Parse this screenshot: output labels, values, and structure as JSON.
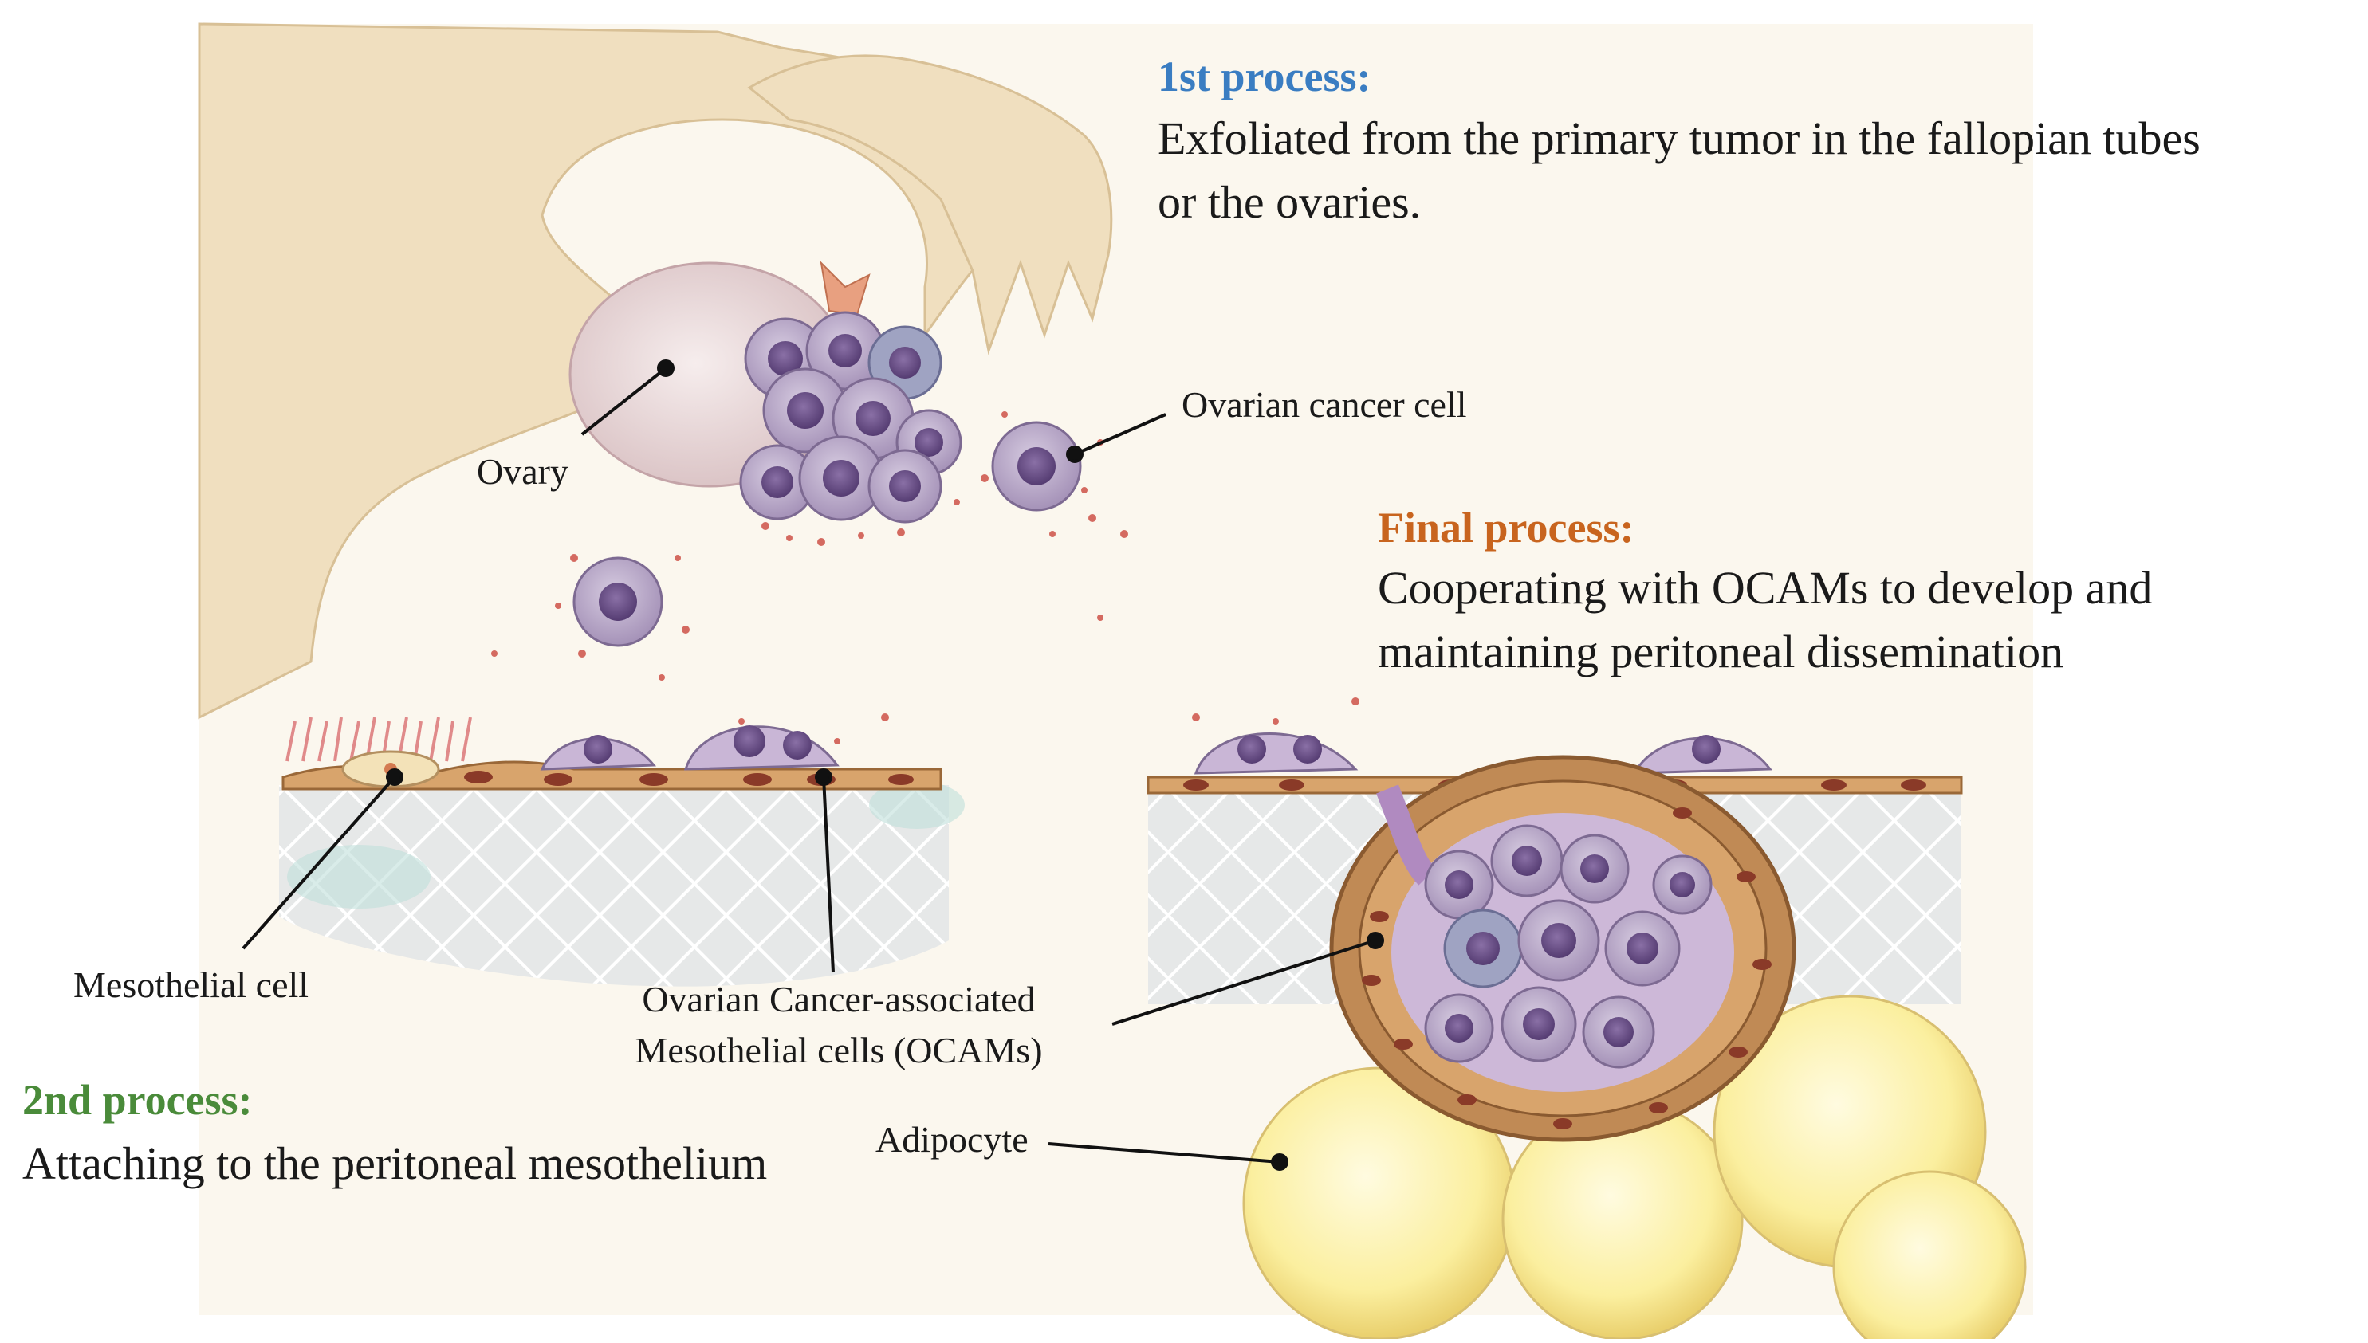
{
  "processes": {
    "first": {
      "title": "1st process:",
      "body": [
        "Exfoliated from the primary tumor in the fallopian tubes",
        "or the ovaries."
      ],
      "title_color": "#3a7dc2"
    },
    "second": {
      "title": "2nd process:",
      "body": "Attaching to the peritoneal mesothelium",
      "title_color": "#4a8b3a"
    },
    "final": {
      "title": "Final process:",
      "body": [
        "Cooperating with OCAMs to develop and",
        "maintaining peritoneal dissemination"
      ],
      "title_color": "#c8641e"
    }
  },
  "labels": {
    "ovary": "Ovary",
    "ovarian_cancer_cell": "Ovarian cancer cell",
    "mesothelial_cell": "Mesothelial cell",
    "ocams": [
      "Ovarian Cancer-associated",
      "Mesothelial cells (OCAMs)"
    ],
    "adipocyte": "Adipocyte"
  },
  "colors": {
    "paper": "#fbf7ee",
    "ovary_tissue": "#f0dfbf",
    "ovary": "#eadada",
    "cancer_cell": "#b6a4c8",
    "cancer_nucleus": "#6a4f88",
    "mesothelium": "#d8a46c",
    "stroma": "#e4e4e4",
    "adipocyte": "#fbeb9c"
  }
}
